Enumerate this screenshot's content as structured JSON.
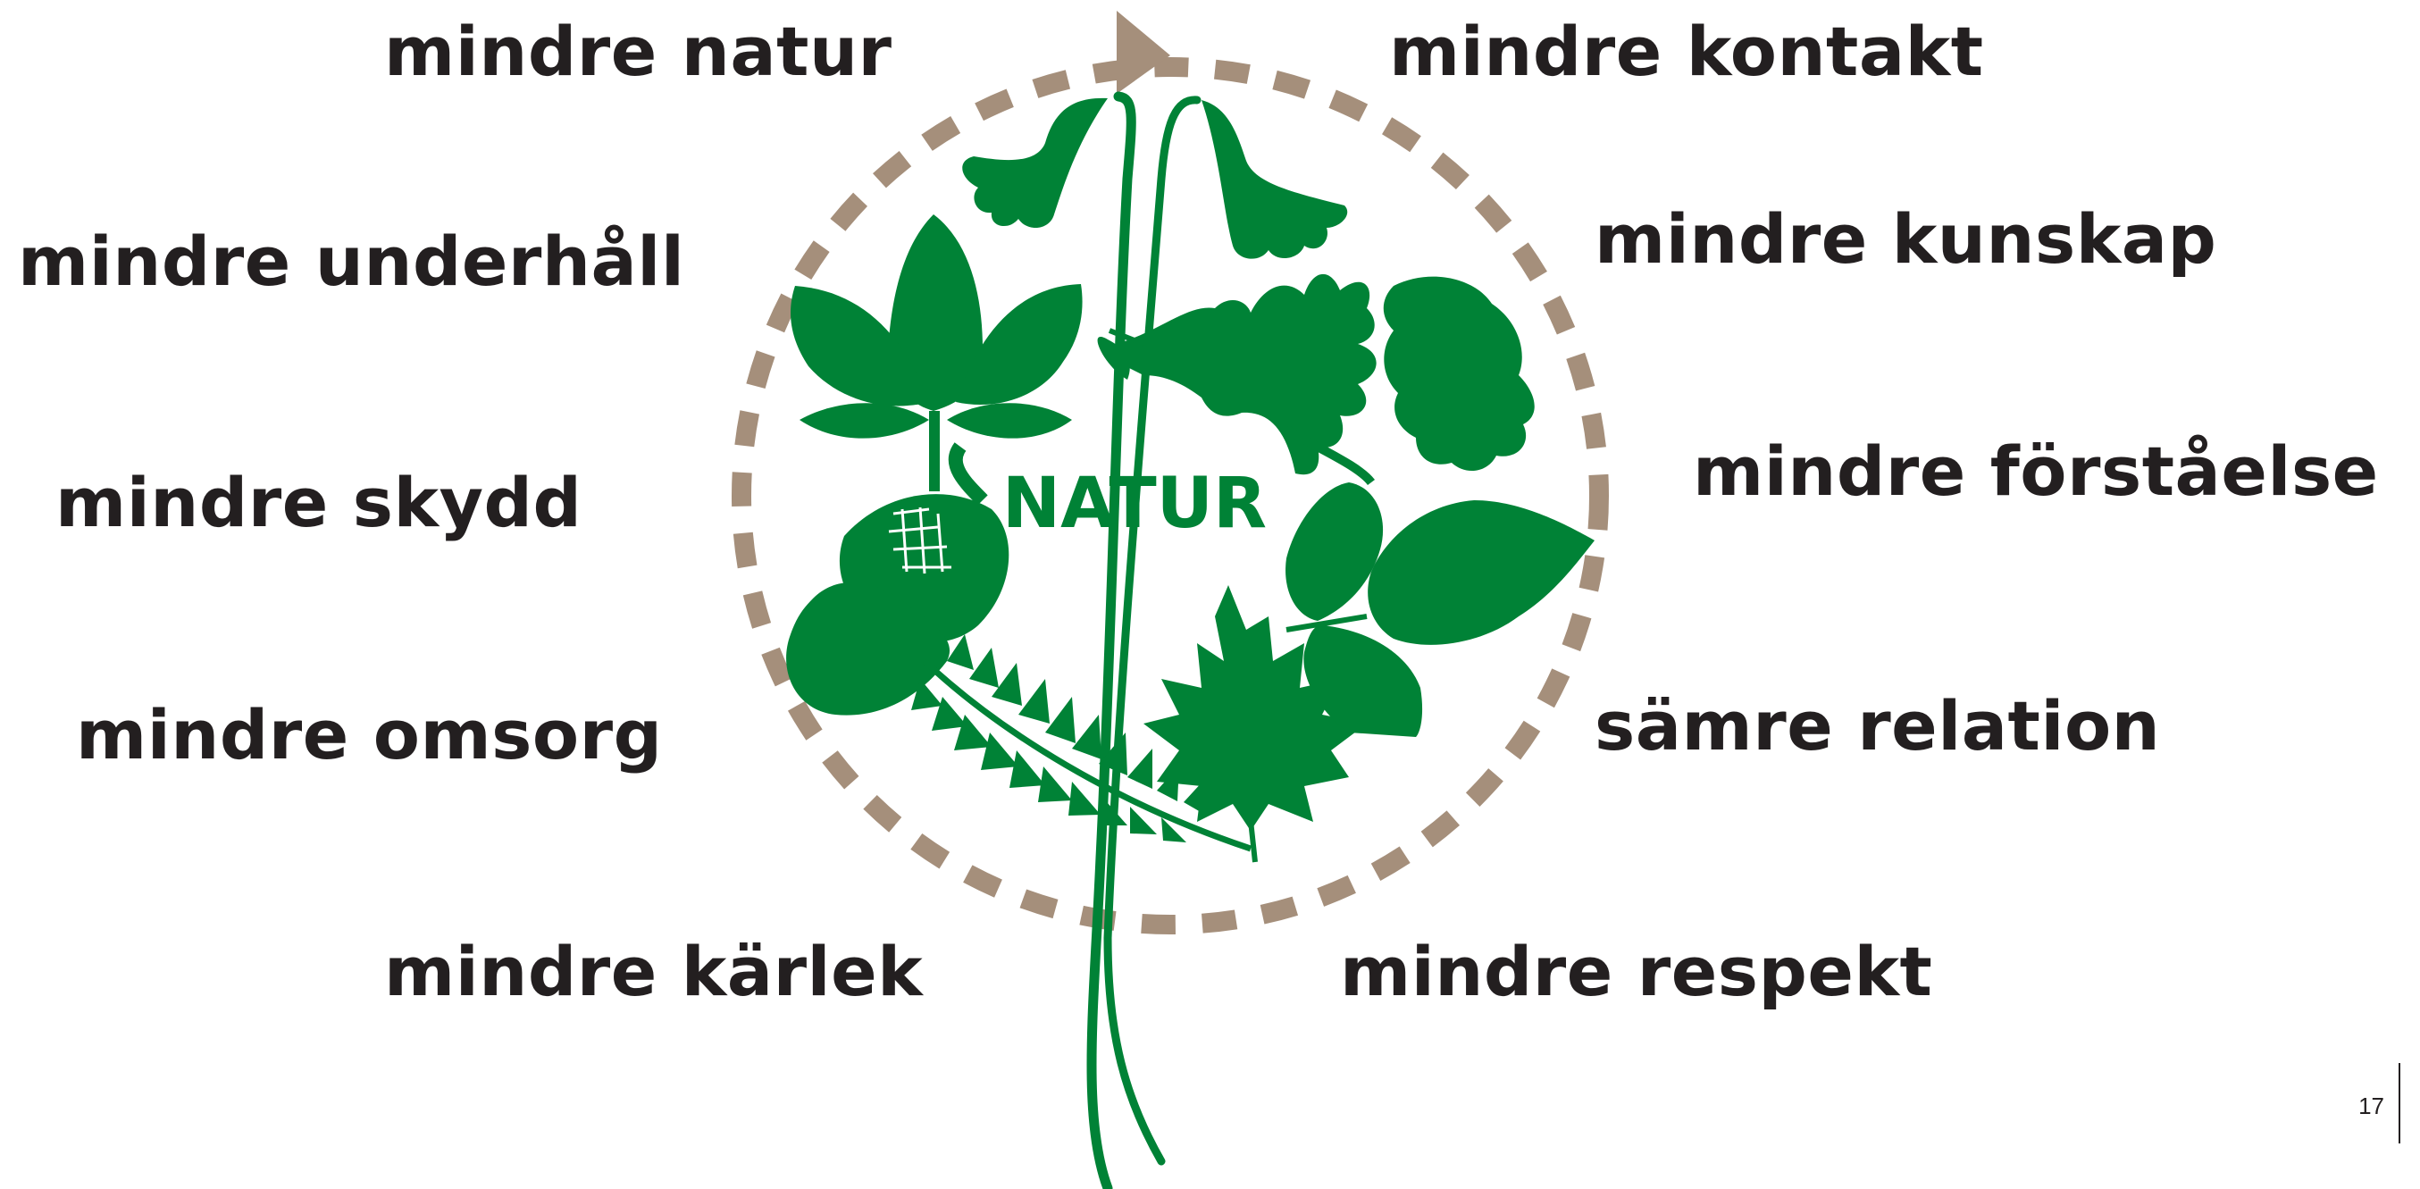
{
  "center_label": "NATUR",
  "labels": {
    "natur": "mindre natur",
    "kontakt": "mindre kontakt",
    "underhall": "mindre underhåll",
    "kunskap": "mindre kunskap",
    "skydd": "mindre skydd",
    "forstaelse": "mindre förståelse",
    "omsorg": "mindre omsorg",
    "relation": "sämre relation",
    "karlek": "mindre kärlek",
    "respekt": "mindre respekt"
  },
  "page_number": "17",
  "colors": {
    "text": "#231f20",
    "plant_green": "#008236",
    "cycle_dashes": "#a58f7b"
  },
  "icons": [
    "cycle-arrow-icon",
    "bellflower-icon",
    "chestnut-leaf-icon",
    "oak-leaf-icon",
    "acorn-icon",
    "fern-icon",
    "maple-leaf-icon",
    "birch-leaf-icon"
  ]
}
